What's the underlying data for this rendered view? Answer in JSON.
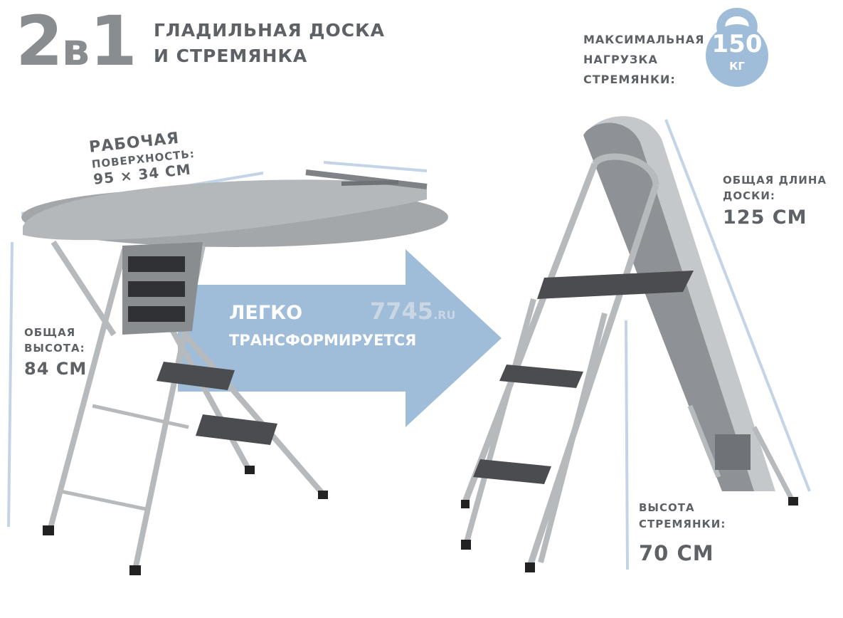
{
  "heading": {
    "big_number": "2",
    "big_letter": "в",
    "big_number2": "1",
    "line1": "ГЛАДИЛЬНАЯ ДОСКА",
    "line2": "И СТРЕМЯНКА"
  },
  "max_load": {
    "line1": "МАКСИМАЛЬНАЯ",
    "line2": "НАГРУЗКА",
    "line3": "СТРЕМЯНКИ:",
    "value": "150",
    "unit": "КГ",
    "icon": "kettlebell-icon"
  },
  "work_surface": {
    "line1": "РАБОЧАЯ",
    "line2": "ПОВЕРХНОСТЬ:",
    "line3": "95 × 34 СМ"
  },
  "total_height": {
    "line1": "ОБЩАЯ",
    "line2": "ВЫСОТА:",
    "line3": "84 СМ"
  },
  "transform_arrow": {
    "line1": "ЛЕГКО",
    "line2": "ТРАНСФОРМИРУЕТСЯ",
    "watermark": "7745",
    "watermark_suffix": ".RU"
  },
  "board_length": {
    "line1": "ОБЩАЯ ДЛИНА",
    "line2": "ДОСКИ:",
    "line3": "125 СМ"
  },
  "ladder_height": {
    "line1": "ВЫСОТА",
    "line2": "СТРЕМЯНКИ:",
    "line3": "70 СМ"
  },
  "colors": {
    "accent_blue": "#9fbcd9",
    "text_gray": "#5e6266",
    "metal": "#b7babd"
  }
}
